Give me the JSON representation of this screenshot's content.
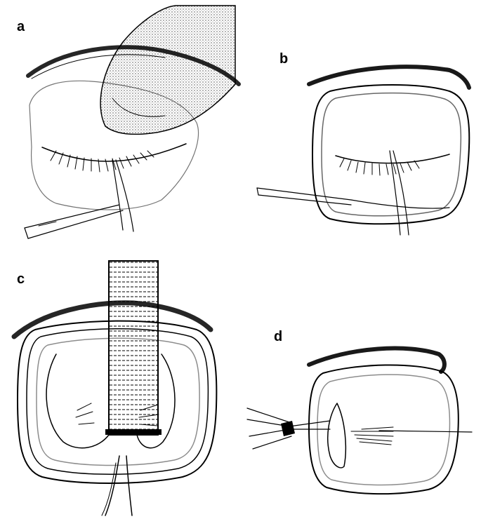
{
  "panels": [
    {
      "label": "a"
    },
    {
      "label": "b"
    },
    {
      "label": "c"
    },
    {
      "label": "d"
    }
  ],
  "colors": {
    "ink": "#000000",
    "background": "#ffffff"
  }
}
